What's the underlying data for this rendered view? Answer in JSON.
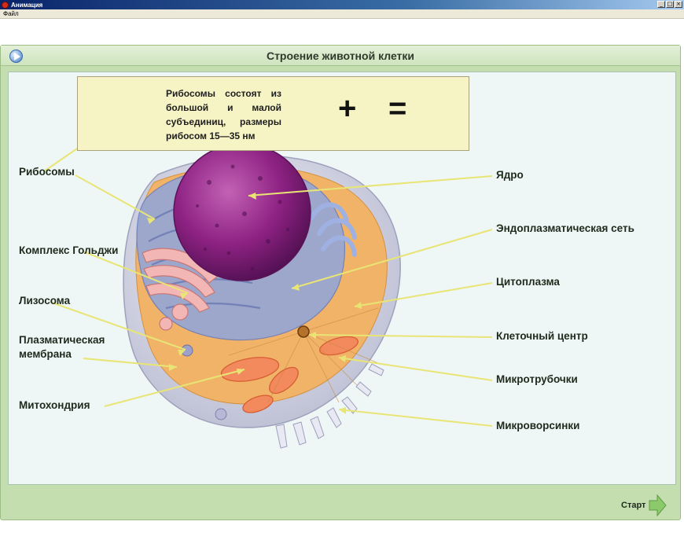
{
  "window": {
    "title": "Анимация",
    "menu_file": "Файл",
    "minimize": "_",
    "maximize": "□",
    "close": "×"
  },
  "header": {
    "title": "Строение животной клетки"
  },
  "info": {
    "text": "Рибосомы состоят из большой и малой субъединиц, размеры рибосом 15—35 нм",
    "plus": "+",
    "equals": "="
  },
  "labels": {
    "ribosomes": "Рибосомы",
    "golgi": "Комплекс Гольджи",
    "lysosome": "Лизосома",
    "membrane_line1": "Плазматическая",
    "membrane_line2": "мембрана",
    "mitochondria": "Митохондрия",
    "nucleus": "Ядро",
    "er": "Эндоплазматическая сеть",
    "cytoplasm": "Цитоплазма",
    "centrosome": "Клеточный центр",
    "microtubules": "Микротрубочки",
    "microvilli": "Микроворсинки"
  },
  "footer": {
    "start_label": "Старт"
  },
  "colors": {
    "frame": "#c4deaf",
    "canvas": "#eef7f5",
    "infobox": "#f6f3c4",
    "nucleus": "#9a2a8c",
    "cytoplasm": "#f0b368",
    "er": "#8fa6de",
    "mitochondria": "#f28a5e",
    "arrow": "#f1ef7a"
  }
}
